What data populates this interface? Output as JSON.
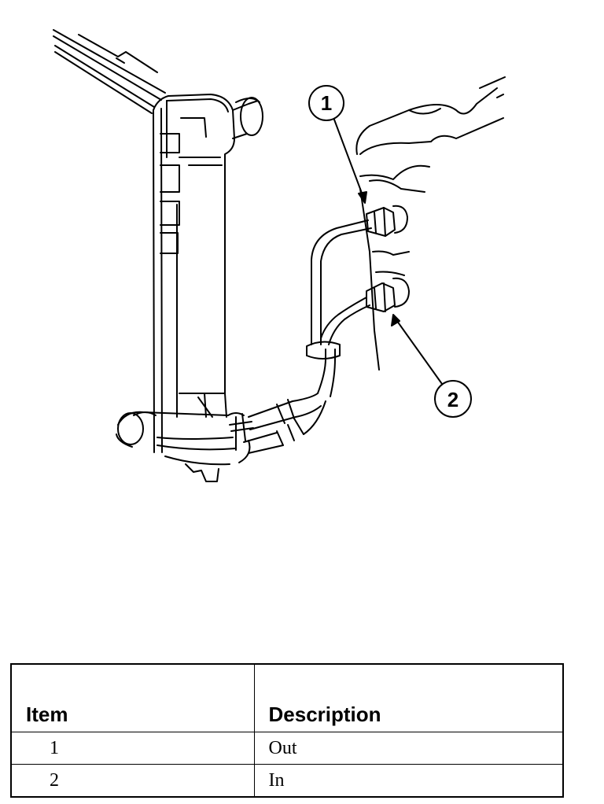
{
  "callouts": [
    {
      "number": "1"
    },
    {
      "number": "2"
    }
  ],
  "table": {
    "headers": {
      "item": "Item",
      "description": "Description"
    },
    "rows": [
      {
        "item": "1",
        "description": "Out"
      },
      {
        "item": "2",
        "description": "In"
      }
    ]
  }
}
